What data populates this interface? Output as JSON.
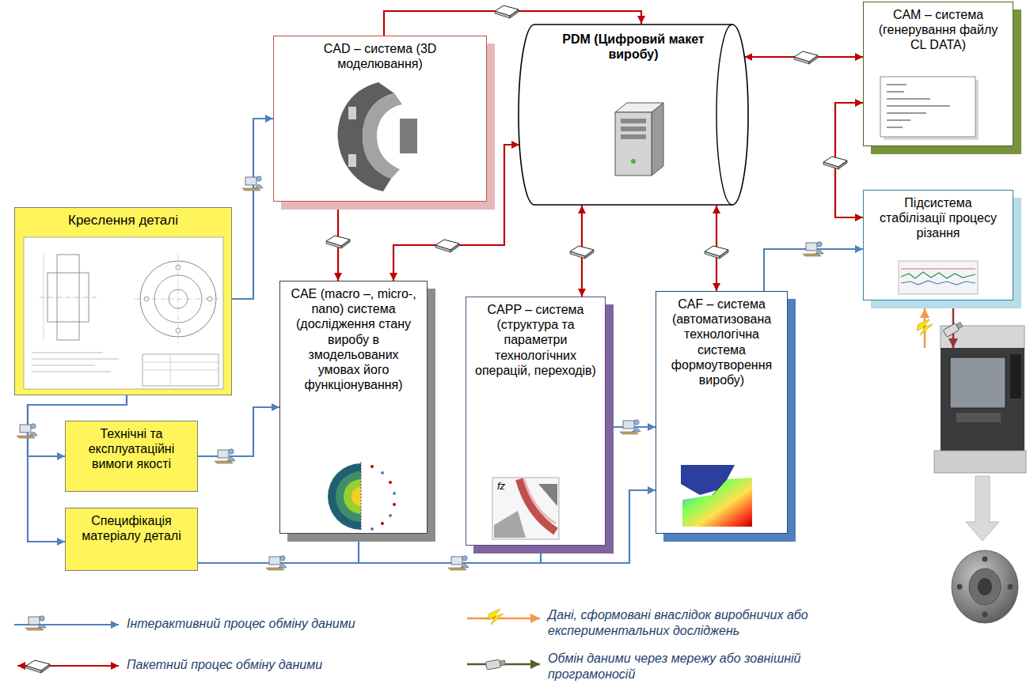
{
  "diagram": {
    "nodes": [
      {
        "text": [
          "CAD – система (3D моделювання)"
        ]
      },
      {
        "text": [
          "PDM (Цифровий макет виробу)"
        ]
      },
      {
        "text": [
          "CAM – система (генерування файлу CL DATA)"
        ]
      },
      {
        "text": [
          "Креслення деталі"
        ]
      },
      {
        "text": [
          "Підсистема стабілізації процесу різання"
        ]
      },
      {
        "text": [
          "CAE (macro –, micro-, nano) система (дослідження стану виробу в змодельованих умовах його функціонування)"
        ]
      },
      {
        "text": [
          "Технічні та експлуатаційні вимоги якості"
        ]
      },
      {
        "text": [
          "CAPP – система (структура та параметри технологічних операцій, переходів)"
        ]
      },
      {
        "text": [
          "CAF – система (автоматизована технологічна система формоутворення виробу)"
        ]
      },
      {
        "text": [
          "Специфікація матеріалу деталі"
        ]
      }
    ],
    "edges": [
      {
        "from": 0,
        "to": 1,
        "arrow": "to"
      },
      {
        "from": 0,
        "to": 5,
        "arrow": "both"
      },
      {
        "from": 5,
        "to": 1,
        "arrow": "both"
      },
      {
        "from": 1,
        "to": 7,
        "arrow": "both"
      },
      {
        "from": 1,
        "to": 8,
        "arrow": "both"
      },
      {
        "from": 1,
        "to": 2,
        "arrow": "both"
      },
      {
        "from": 2,
        "to": 4,
        "arrow": "both"
      },
      {
        "from": 3,
        "to": 0,
        "arrow": "to"
      },
      {
        "from": 3,
        "to": 6,
        "arrow": "to"
      },
      {
        "from": 3,
        "to": 9,
        "arrow": "to"
      },
      {
        "from": 6,
        "to": 5,
        "arrow": "to"
      },
      {
        "from": 9,
        "to": 5,
        "arrow": "to"
      },
      {
        "from": 9,
        "to": 7,
        "arrow": "to"
      },
      {
        "from": 9,
        "to": 8,
        "arrow": "to"
      },
      {
        "from": 7,
        "to": 8,
        "arrow": "to"
      },
      {
        "from": 8,
        "to": 4,
        "arrow": "to"
      }
    ],
    "labels": [
      "fz"
    ],
    "legend": [
      {
        "text": "Інтерактивний процес обміну даними"
      },
      {
        "text": "Пакетний процес обміну даними"
      },
      {
        "text": "Дані, сформовані внаслідок виробничих або експериментальних досліджень"
      },
      {
        "text": "Обмін даними через мережу або зовнішній програмоносій"
      }
    ]
  }
}
